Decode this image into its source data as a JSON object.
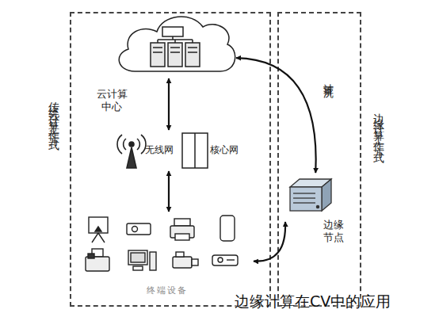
{
  "diagram": {
    "caption": "边缘计算在CV中的应用",
    "nodes": [
      {
        "text": [
          "传统云计算工作方式"
        ]
      },
      {
        "text": [
          "边缘计算工作方式"
        ]
      },
      {
        "text": [
          "云计算中心"
        ],
        "in": 0
      },
      {
        "text": [
          "无线网"
        ],
        "in": 0
      },
      {
        "text": [
          "核心网"
        ],
        "in": 0
      },
      {
        "text": [
          "终端设备"
        ],
        "in": 0
      },
      {
        "text": [
          "边缘节点"
        ],
        "in": 1
      }
    ],
    "edges": [
      {
        "from": 2,
        "to": 3,
        "arrow": "both"
      },
      {
        "from": 3,
        "to": 5,
        "arrow": "both"
      },
      {
        "from": 2,
        "to": 6,
        "arrow": "both"
      },
      {
        "from": 6,
        "to": 5,
        "arrow": "both"
      }
    ],
    "labels": [
      "计算下沉"
    ]
  }
}
